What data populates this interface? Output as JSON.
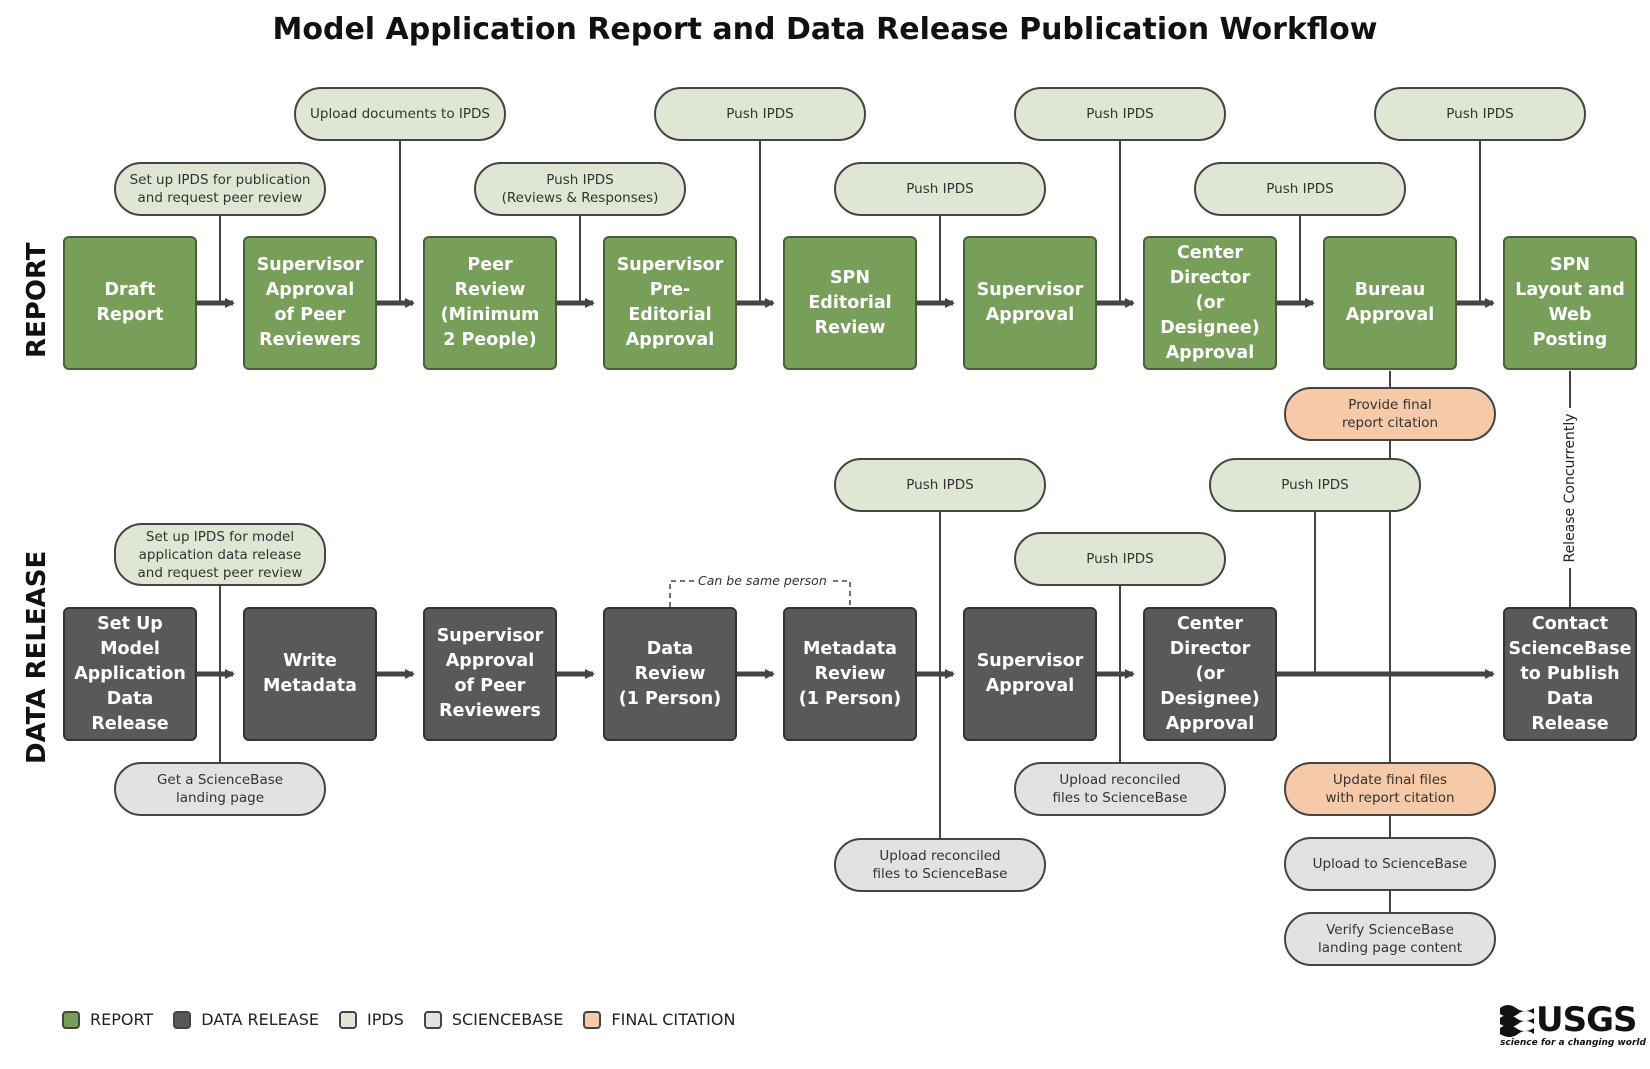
{
  "title": "Model Application Report and Data Release Publication Workflow",
  "lanes": {
    "report": "REPORT",
    "data": "DATA RELEASE"
  },
  "report_steps": [
    "Draft\nReport",
    "Supervisor\nApproval\nof Peer\nReviewers",
    "Peer Review\n(Minimum\n2 People)",
    "Supervisor\nPre-Editorial\nApproval",
    "SPN\nEditorial\nReview",
    "Supervisor\nApproval",
    "Center\nDirector\n(or Designee)\nApproval",
    "Bureau\nApproval",
    "SPN\nLayout and\nWeb Posting"
  ],
  "data_steps": [
    "Set Up Model\nApplication\nData Release",
    "Write\nMetadata",
    "Supervisor\nApproval\nof Peer\nReviewers",
    "Data Review\n(1 Person)",
    "Metadata\nReview\n(1 Person)",
    "Supervisor\nApproval",
    "Center\nDirector\n(or Designee)\nApproval",
    "Contact\nScienceBase\nto Publish\nData Release"
  ],
  "report_notes": [
    "Set up IPDS for publication\nand request peer review",
    "Upload documents to IPDS",
    "Push IPDS\n(Reviews & Responses)",
    "Push IPDS",
    "Push IPDS",
    "Push IPDS",
    "Push IPDS",
    "Push IPDS"
  ],
  "citation_notes": {
    "provide": "Provide final\nreport citation",
    "update": "Update final files\nwith report citation"
  },
  "data_notes": {
    "setup": "Set up IPDS for model\napplication data release\nand request peer review",
    "landing": "Get a ScienceBase\nlanding page",
    "push_metadata": "Push IPDS",
    "upload_metadata": "Upload reconciled\nfiles to ScienceBase",
    "push_supervisor": "Push IPDS",
    "upload_supervisor": "Upload reconciled\nfiles to ScienceBase",
    "push_center": "Push IPDS",
    "upload_sb": "Upload to ScienceBase",
    "verify": "Verify ScienceBase\nlanding page content"
  },
  "annotations": {
    "same_person": "Can be same person",
    "concurrent": "Release Concurrently"
  },
  "legend": [
    {
      "label": "REPORT",
      "color": "#789f5a"
    },
    {
      "label": "DATA RELEASE",
      "color": "#595959"
    },
    {
      "label": "IPDS",
      "color": "#dfe6d4"
    },
    {
      "label": "SCIENCEBASE",
      "color": "#e2e2e0"
    },
    {
      "label": "FINAL CITATION",
      "color": "#f6c9a8"
    }
  ],
  "logo": {
    "name": "USGS",
    "tagline": "science for a changing world"
  },
  "colors": {
    "report": "#789f5a",
    "data": "#595959",
    "ipds": "#dfe6d4",
    "sciencebase": "#e2e2e0",
    "citation": "#f6c9a8",
    "connector": "#444444"
  }
}
